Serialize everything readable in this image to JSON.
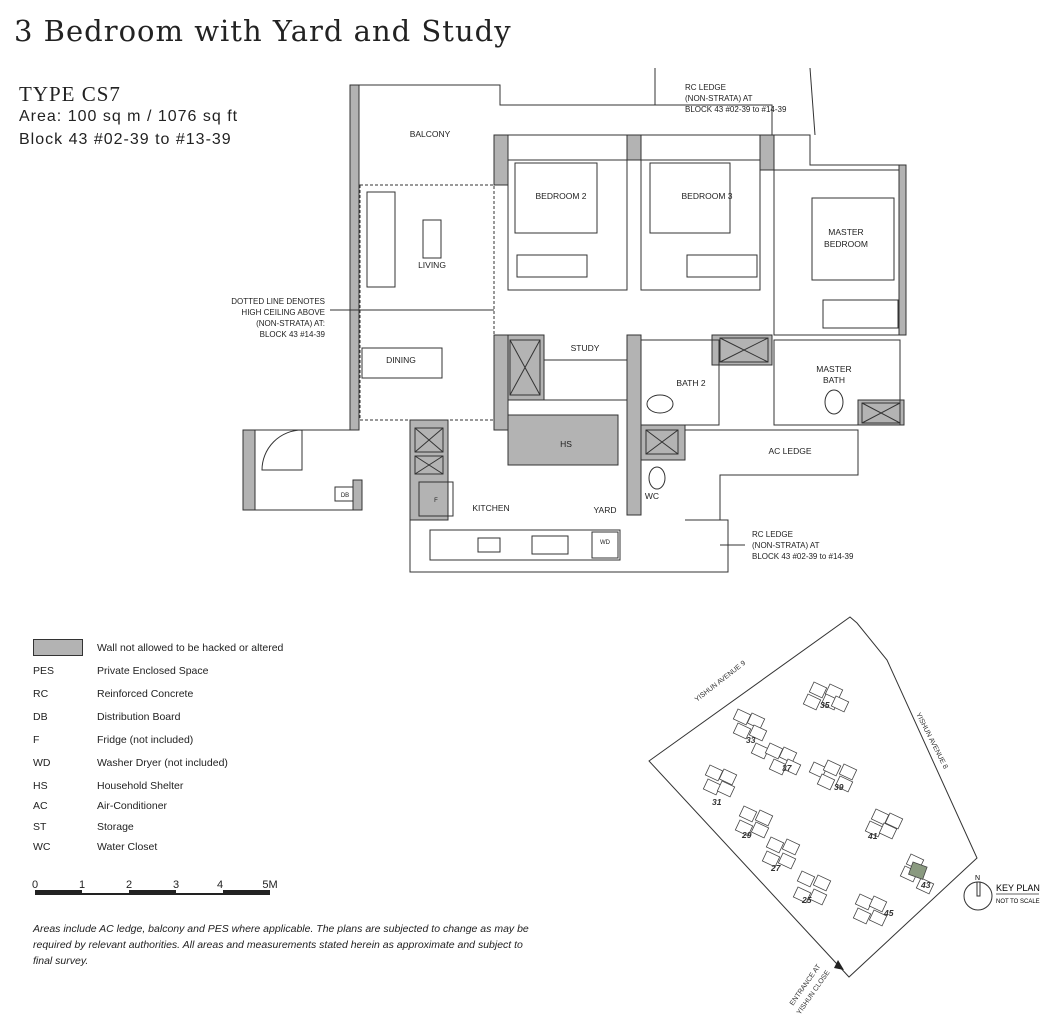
{
  "title": "3 Bedroom with Yard and Study",
  "unit": {
    "type": "TYPE CS7",
    "area": "Area: 100 sq m / 1076 sq ft",
    "block": "Block 43 #02-39 to #13-39"
  },
  "rooms": {
    "balcony": "BALCONY",
    "bedroom2": "BEDROOM 2",
    "bedroom3": "BEDROOM 3",
    "master_bedroom_1": "MASTER",
    "master_bedroom_2": "BEDROOM",
    "living": "LIVING",
    "dining": "DINING",
    "study": "STUDY",
    "bath2": "BATH 2",
    "master_bath_1": "MASTER",
    "master_bath_2": "BATH",
    "ac_ledge": "AC LEDGE",
    "hs": "HS",
    "wc": "WC",
    "kitchen": "KITCHEN",
    "yard": "YARD",
    "db": "DB",
    "f": "F",
    "wd": "WD"
  },
  "annotations": {
    "rc_top": [
      "RC LEDGE",
      "(NON-STRATA) AT",
      "BLOCK 43 #02-39 to #14-39"
    ],
    "dotted": [
      "DOTTED LINE DENOTES",
      "HIGH CEILING ABOVE",
      "(NON-STRATA) AT:",
      "BLOCK 43 #14-39"
    ],
    "rc_bottom": [
      "RC LEDGE",
      "(NON-STRATA) AT",
      "BLOCK 43 #02-39 to #14-39"
    ]
  },
  "legend": [
    {
      "abbr": "",
      "desc": "Wall not allowed to be hacked or altered"
    },
    {
      "abbr": "PES",
      "desc": "Private Enclosed Space"
    },
    {
      "abbr": "RC",
      "desc": "Reinforced Concrete"
    },
    {
      "abbr": "DB",
      "desc": "Distribution Board"
    },
    {
      "abbr": "F",
      "desc": "Fridge (not included)"
    },
    {
      "abbr": "WD",
      "desc": "Washer Dryer (not included)"
    },
    {
      "abbr": "HS",
      "desc": "Household Shelter"
    },
    {
      "abbr": "AC",
      "desc": "Air-Conditioner"
    },
    {
      "abbr": "ST",
      "desc": "Storage"
    },
    {
      "abbr": "WC",
      "desc": "Water Closet"
    }
  ],
  "scale": {
    "labels": [
      "0",
      "1",
      "2",
      "3",
      "4",
      "5M"
    ]
  },
  "note": "Areas include AC ledge, balcony and PES where applicable. The plans are subjected to change as may be required by relevant authorities. All areas and measurements stated herein as approximate and subject to final survey.",
  "keyplan": {
    "title": "KEY PLAN",
    "subtitle": "NOT TO SCALE",
    "north": "N",
    "road_1": "YISHUN AVENUE 9",
    "road_2": "YISHUN AVENUE 8",
    "entrance_1": "ENTRANCE AT",
    "entrance_2": "YISHUN CLOSE",
    "blocks": [
      "35",
      "33",
      "37",
      "39",
      "31",
      "41",
      "29",
      "27",
      "43",
      "25",
      "45"
    ],
    "highlight_color": "#8a9a80"
  }
}
